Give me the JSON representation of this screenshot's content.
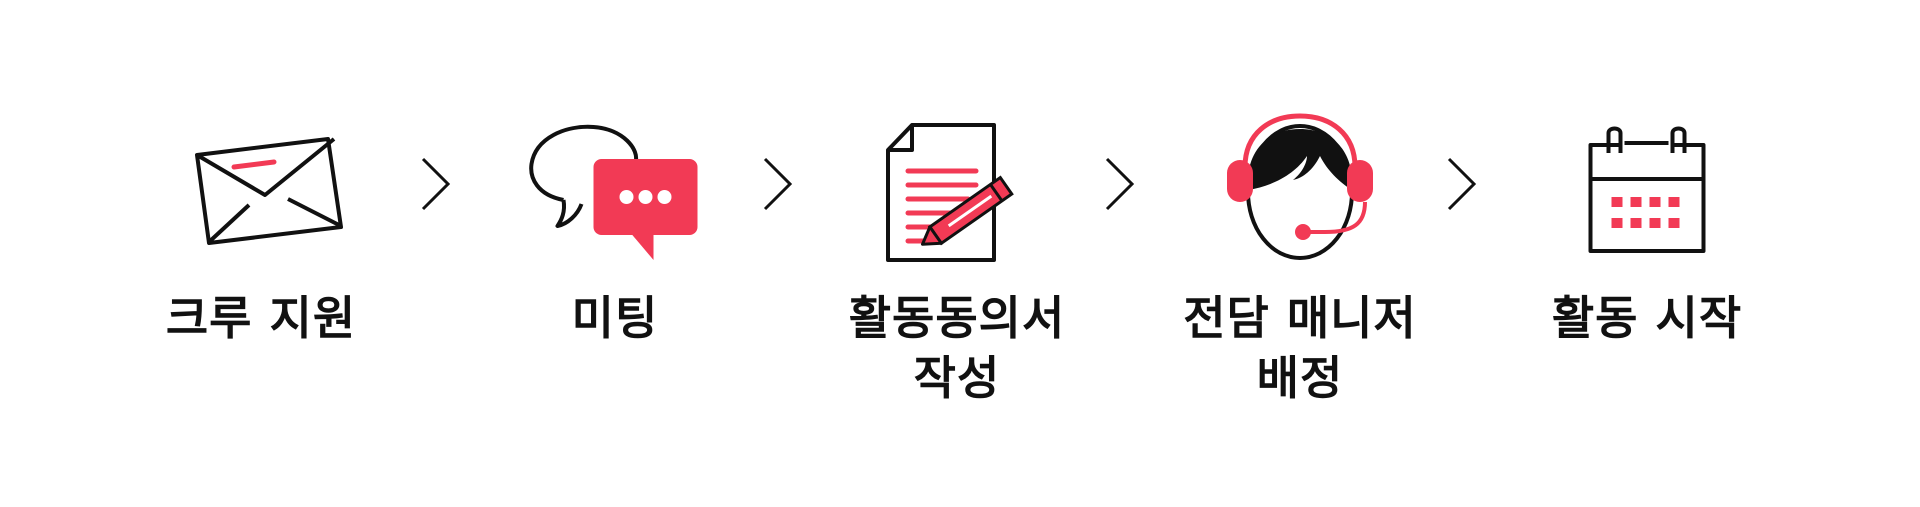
{
  "colors": {
    "accent": "#f23a55",
    "stroke": "#111111",
    "background": "#ffffff"
  },
  "steps": [
    {
      "icon": "envelope-icon",
      "line1": "크루 지원",
      "line2": ""
    },
    {
      "icon": "chat-bubbles-icon",
      "line1": "미팅",
      "line2": ""
    },
    {
      "icon": "document-pen-icon",
      "line1": "활동동의서",
      "line2": "작성"
    },
    {
      "icon": "headset-agent-icon",
      "line1": "전담 매니저",
      "line2": "배정"
    },
    {
      "icon": "calendar-icon",
      "line1": "활동 시작",
      "line2": ""
    }
  ],
  "connector_icon": "chevron-right-icon"
}
